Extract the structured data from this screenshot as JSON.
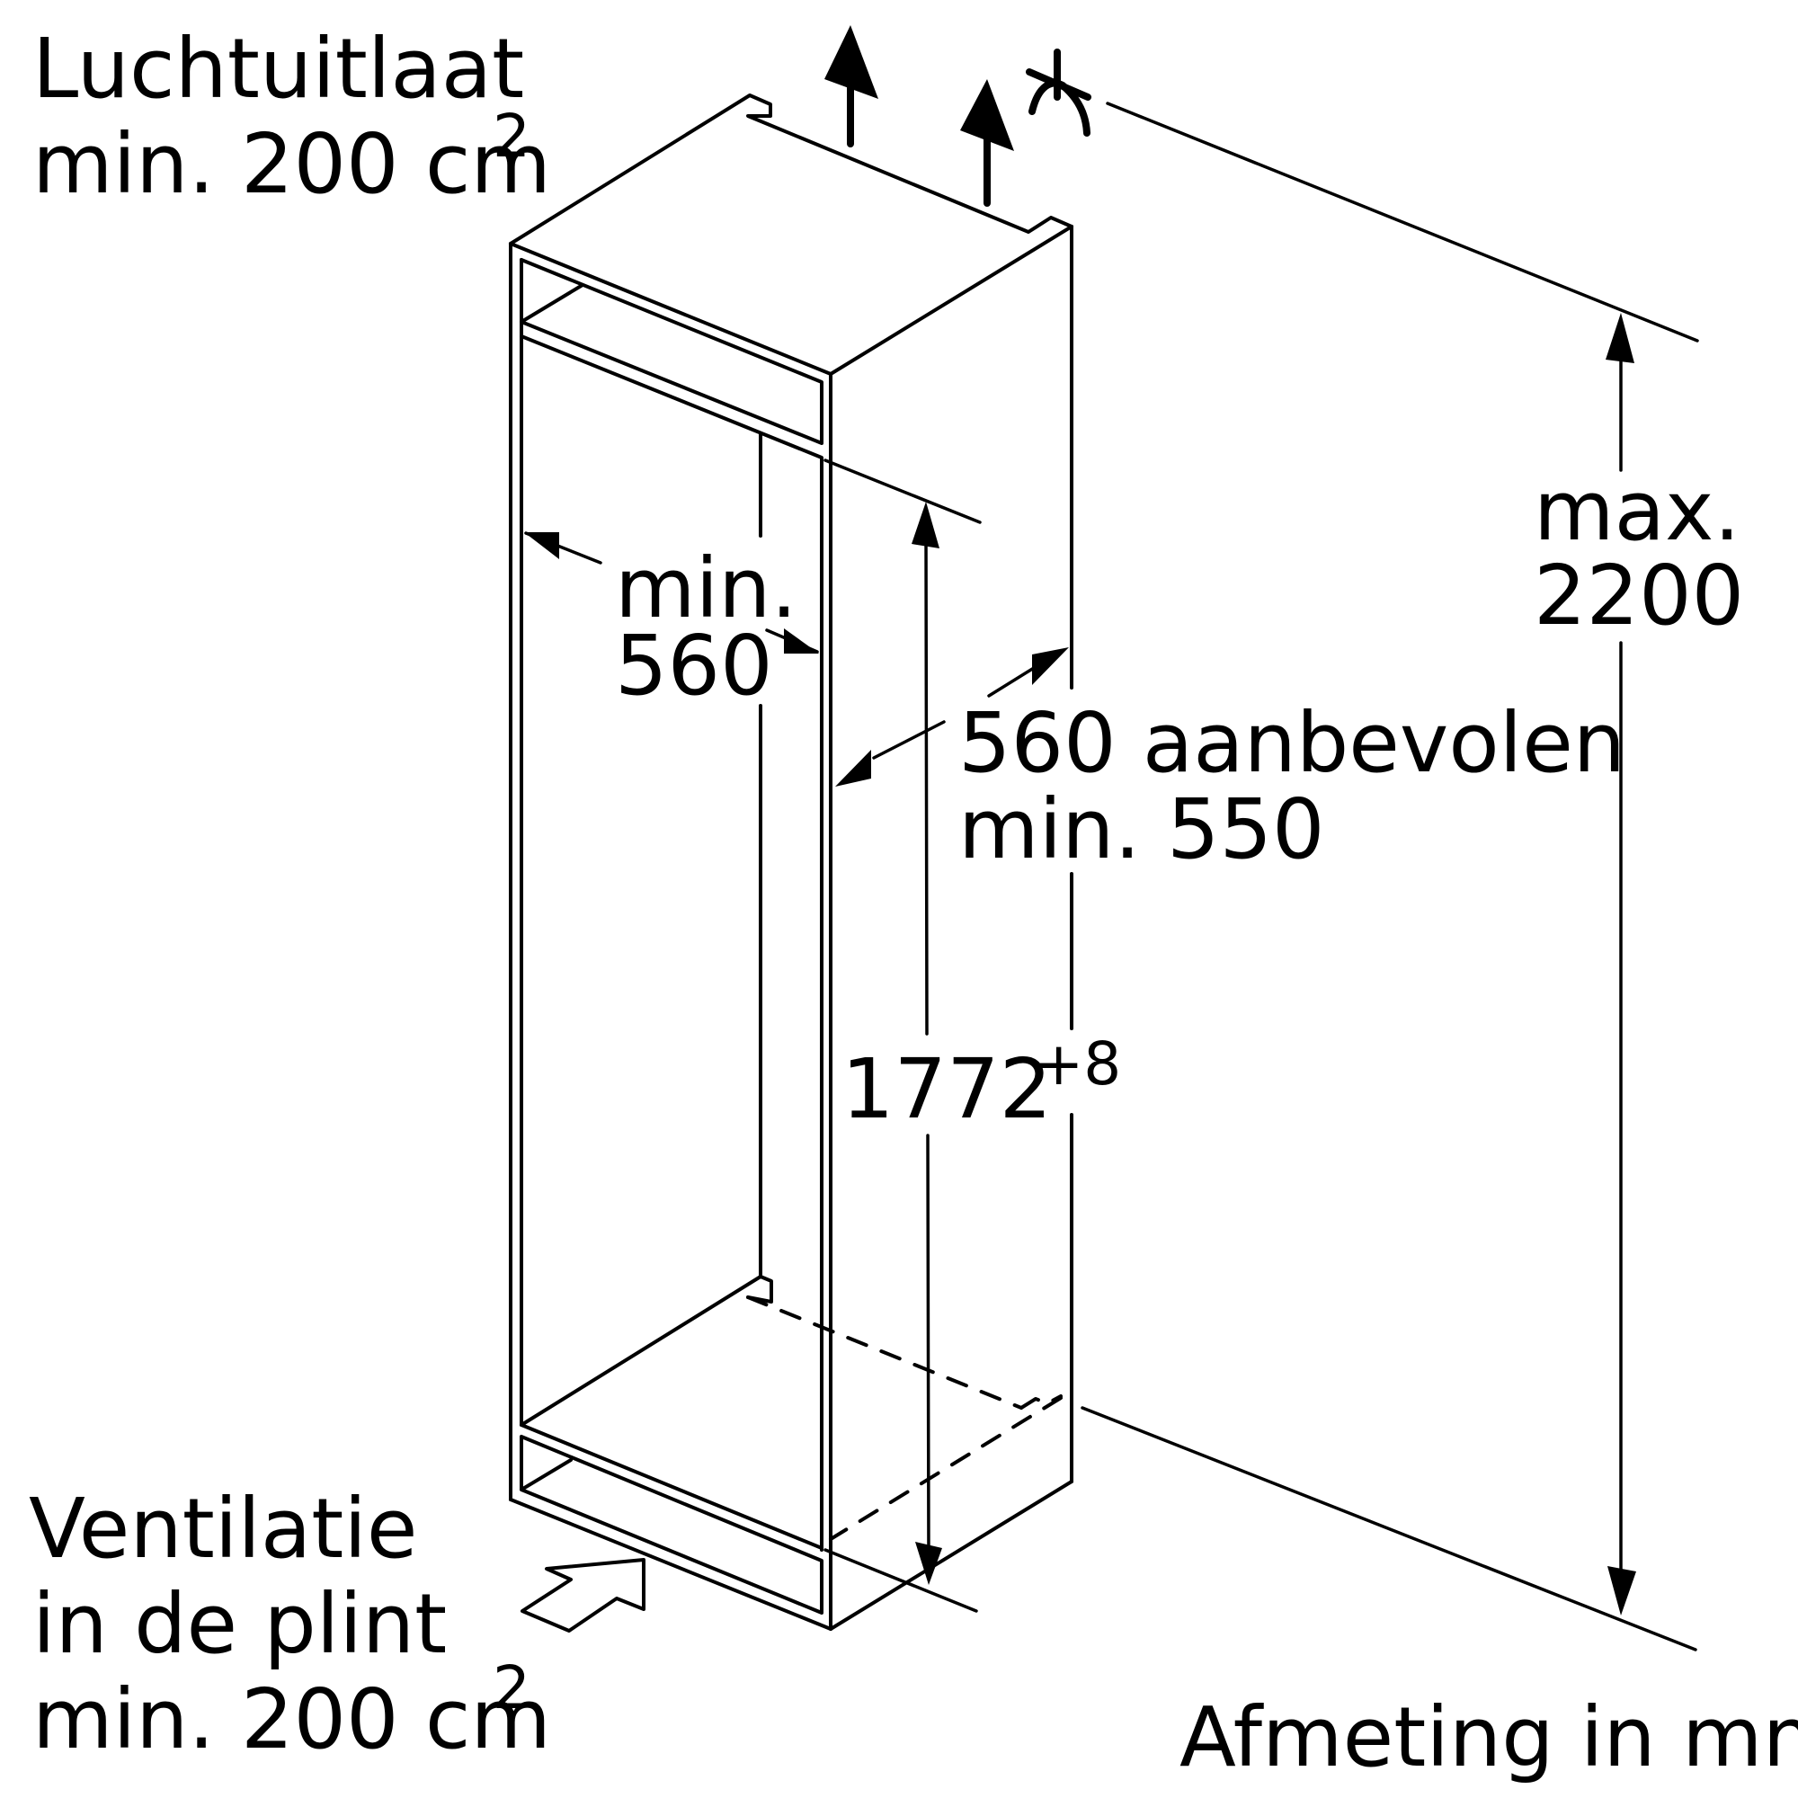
{
  "labels": {
    "air_outlet_line1": "Luchtuitlaat",
    "air_outlet_line2": "min. 200 cm",
    "air_outlet_sup": "2",
    "depth_line1": "min.",
    "depth_line2": "560",
    "width_line1": "560 aanbevolen",
    "width_line2": "min. 550",
    "max_line1": "max.",
    "max_line2": "2200",
    "niche_height": "1772",
    "niche_tolerance": "+8",
    "ventilation_line1": "Ventilatie",
    "ventilation_line2": "in de plint",
    "ventilation_line3": "min. 200 cm",
    "ventilation_sup": "2",
    "unit_note": "Afmeting in mm"
  },
  "colors": {
    "line": "#000000",
    "background": "#ffffff"
  },
  "icons": {
    "airflow_up": "arrow-up-icon",
    "airflow_in": "hollow-arrow-icon",
    "tools": "wrench-icon"
  }
}
